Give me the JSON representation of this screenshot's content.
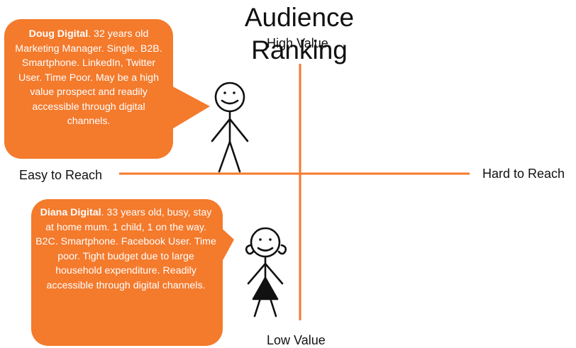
{
  "title": "Audience Ranking",
  "axes": {
    "top": "High Value",
    "bottom": "Low Value",
    "left": "Easy to Reach",
    "right": "Hard to Reach"
  },
  "personas": [
    {
      "name": "Doug Digital",
      "description": ". 32 years old Marketing Manager. Single. B2B. Smartphone. LinkedIn, Twitter User. Time Poor. May be a high value prospect and readily accessible through digital channels."
    },
    {
      "name": "Diana Digital",
      "description": ". 33 years old, busy, stay at home mum. 1 child, 1 on the way. B2C. Smartphone. Facebook User. Time poor. Tight budget due to large household expenditure. Readily accessible through digital channels."
    }
  ],
  "colors": {
    "accent": "#F47A2C",
    "axis": "#F47A2C",
    "figure": "#111111"
  }
}
